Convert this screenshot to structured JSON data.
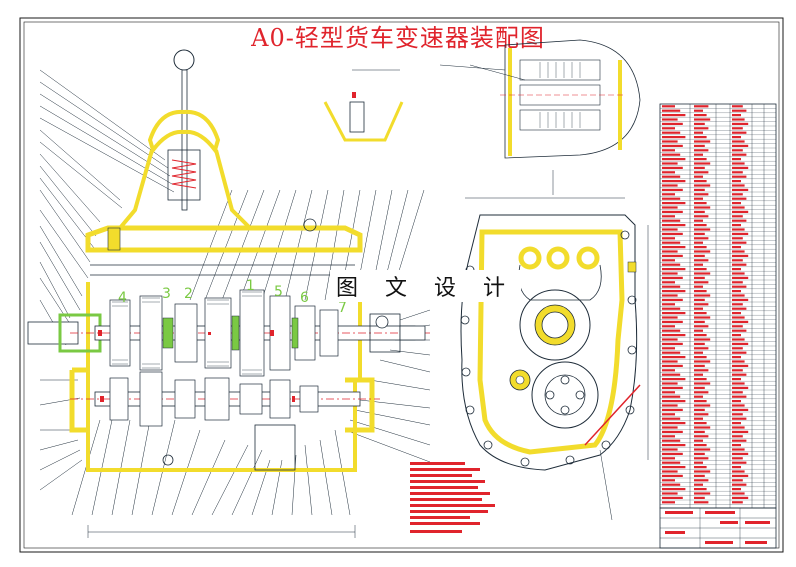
{
  "drawing": {
    "title": "A0-轻型货车变速器装配图",
    "overlay_text": "图 文 设 计",
    "gear_labels": [
      "4",
      "3",
      "2",
      "1",
      "5",
      "6",
      "7"
    ]
  },
  "colors": {
    "outline": "#1f2d3a",
    "housing_yellow": "#f2dc2c",
    "accent_red": "#e0242c",
    "shaft_green": "#7ac943",
    "frame": "#1a1a1a"
  }
}
